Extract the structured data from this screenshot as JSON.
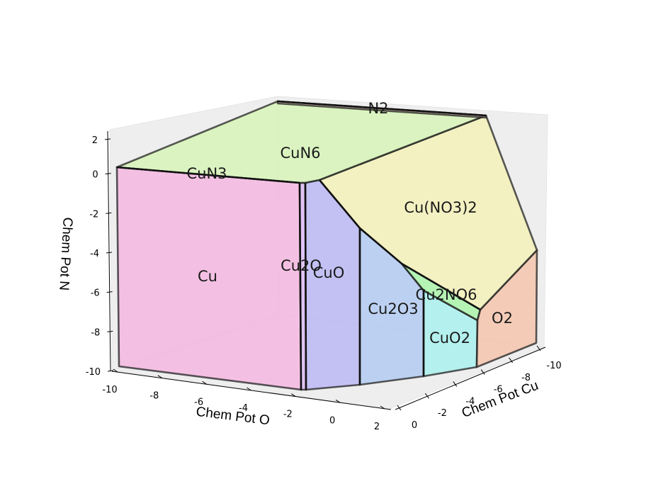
{
  "chart_data": {
    "type": "3d-phase-diagram",
    "title": "",
    "axes": {
      "x": {
        "label": "Chem Pot Cu",
        "ticks": [
          "-10",
          "-8",
          "-6",
          "-4",
          "-2",
          "0"
        ],
        "range": [
          -10,
          0
        ]
      },
      "y": {
        "label": "Chem Pot O",
        "ticks": [
          "-10",
          "-8",
          "-6",
          "-4",
          "-2",
          "0",
          "2"
        ],
        "range": [
          -10,
          2
        ]
      },
      "z": {
        "label": "Chem Pot N",
        "ticks": [
          "-10",
          "-8",
          "-6",
          "-4",
          "-2",
          "0",
          "2"
        ],
        "range": [
          -10,
          2
        ]
      }
    },
    "phases": [
      {
        "name": "Cu",
        "color": "#f5a3dc"
      },
      {
        "name": "Cu2O",
        "color": "#d3a8f5"
      },
      {
        "name": "CuO",
        "color": "#a8a3f5"
      },
      {
        "name": "Cu2O3",
        "color": "#9dbff2"
      },
      {
        "name": "CuO2",
        "color": "#8ef0ee"
      },
      {
        "name": "Cu2NO6",
        "color": "#92f592"
      },
      {
        "name": "O2",
        "color": "#f5b595"
      },
      {
        "name": "Cu(NO3)2",
        "color": "#f5f2a5"
      },
      {
        "name": "CuN6",
        "color": "#cff5a3"
      },
      {
        "name": "CuN3",
        "color": "#dfe9b5"
      },
      {
        "name": "N2",
        "color": "#f5c0c0"
      }
    ]
  }
}
